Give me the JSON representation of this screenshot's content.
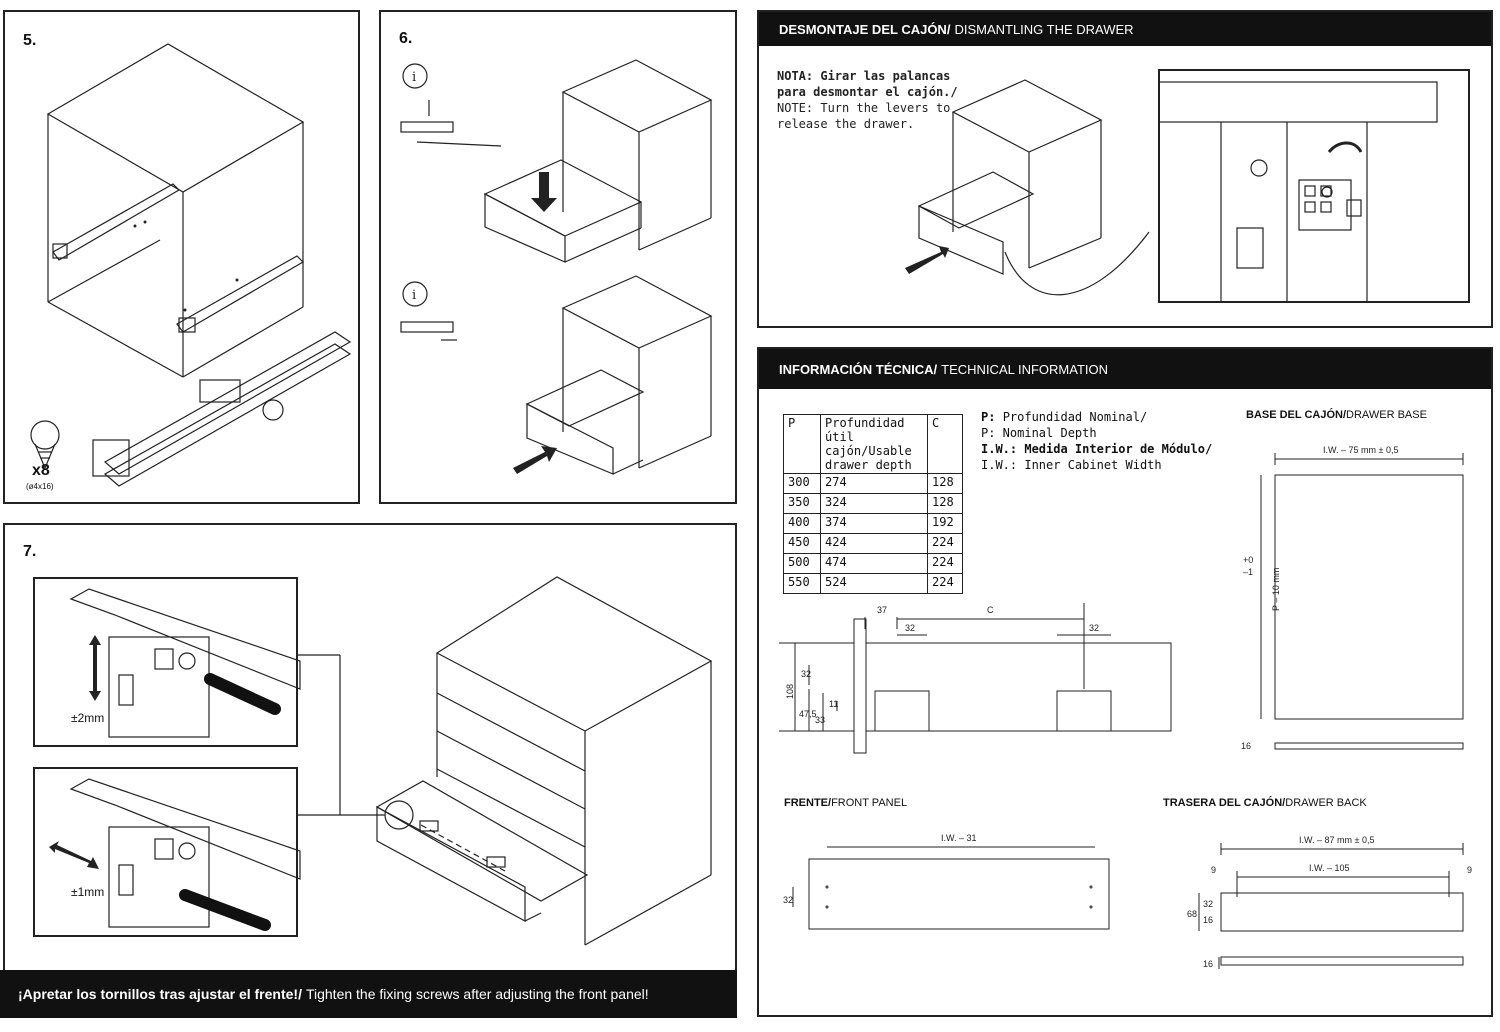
{
  "steps": {
    "s5": "5.",
    "s6": "6.",
    "s7": "7."
  },
  "step5": {
    "screws_count": "x8",
    "screws_size": "(ø4x16)"
  },
  "step7": {
    "vertical_adjust": "±2mm",
    "lateral_adjust": "±1mm"
  },
  "bottom_banner": {
    "es": "¡Apretar los tornillos tras ajustar el frente!/",
    "en": "Tighten the fixing screws after adjusting the front panel!"
  },
  "dismantling": {
    "header_es": "DESMONTAJE DEL CAJÓN/",
    "header_en": "DISMANTLING THE DRAWER",
    "note_es_1": "NOTA: Girar las palancas",
    "note_es_2": "para desmontar el cajón./",
    "note_en_1": "NOTE: Turn the levers to",
    "note_en_2": "release the drawer."
  },
  "technical": {
    "header_es": "INFORMACIÓN TÉCNICA/",
    "header_en": "TECHNICAL INFORMATION",
    "table": {
      "headers": [
        "P",
        "Profundidad útil cajón/Usable drawer depth",
        "C"
      ],
      "rows": [
        [
          "300",
          "274",
          "128"
        ],
        [
          "350",
          "324",
          "128"
        ],
        [
          "400",
          "374",
          "192"
        ],
        [
          "450",
          "424",
          "224"
        ],
        [
          "500",
          "474",
          "224"
        ],
        [
          "550",
          "524",
          "224"
        ]
      ]
    },
    "legend": {
      "p_es_key": "P:",
      "p_es": "Profundidad Nominal/",
      "p_en": "P: Nominal Depth",
      "iw_es_key": "I.W.:",
      "iw_es": "Medida Interior de Módulo/",
      "iw_en": "I.W.: Inner Cabinet Width"
    },
    "rail_dims": {
      "d37": "37",
      "c": "C",
      "d32a": "32",
      "d32b": "32",
      "h108": "108",
      "h32": "32",
      "h47": "47,5",
      "h33": "33",
      "h11": "11"
    },
    "drawer_base": {
      "title_es": "BASE DEL CAJÓN/",
      "title_en": "DRAWER BASE",
      "width": "I.W. – 75 mm ± 0,5",
      "depth": "P – 10 mm",
      "tol_plus": "+0",
      "tol_minus": "–1",
      "thickness": "16"
    },
    "front_panel": {
      "title_es": "FRENTE/",
      "title_en": "FRONT PANEL",
      "width": "I.W. – 31",
      "height": "32"
    },
    "drawer_back": {
      "title_es": "TRASERA DEL CAJÓN/",
      "title_en": "DRAWER BACK",
      "width_outer": "I.W. – 87 mm ± 0,5",
      "width_inner": "I.W. – 105",
      "gap_left": "9",
      "gap_right": "9",
      "h68": "68",
      "h16": "16",
      "h32": "32",
      "thickness": "16"
    }
  }
}
